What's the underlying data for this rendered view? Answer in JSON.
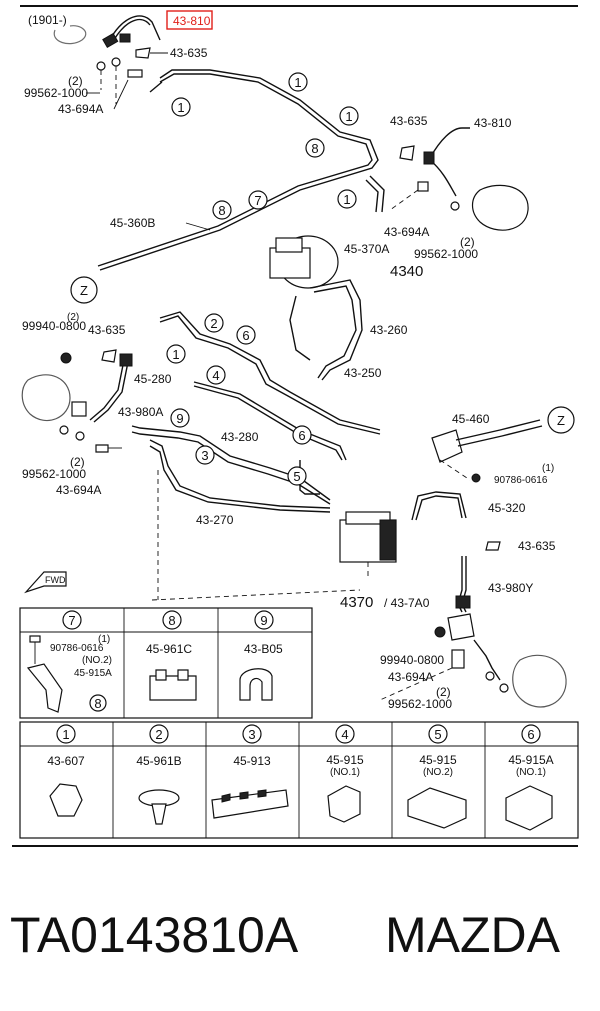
{
  "header": {
    "date_code": "(1901-)",
    "highlighted_part": "43-810"
  },
  "labels": {
    "l_43635_a": "43-635",
    "l_q2_a": "(2)",
    "l_99562_a": "99562-1000",
    "l_43694a_a": "43-694A",
    "l_43635_b": "43-635",
    "l_43810_b": "43-810",
    "l_43694a_b": "43-694A",
    "l_q2_b": "(2)",
    "l_99562_b": "99562-1000",
    "l_45360b": "45-360B",
    "l_45370a": "45-370A",
    "l_4340": "4340",
    "l_z1": "Z",
    "l_q2_c": "(2)",
    "l_99940_a": "99940-0800",
    "l_43635_c": "43-635",
    "l_43260": "43-260",
    "l_43250": "43-250",
    "l_45280": "45-280",
    "l_43980a": "43-980A",
    "l_45460": "45-460",
    "l_z2": "Z",
    "l_q2_d": "(2)",
    "l_99562_c": "99562-1000",
    "l_43694a_c": "43-694A",
    "l_43280": "43-280",
    "l_q1_a": "(1)",
    "l_90786_a": "90786-0616",
    "l_45320": "45-320",
    "l_43270": "43-270",
    "l_43635_d": "43-635",
    "l_fwd": "FWD",
    "l_43980y": "43-980Y",
    "l_4370": "4370",
    "l_437a0": "/ 43-7A0",
    "l_99940_b": "99940-0800",
    "l_43694a_d": "43-694A",
    "l_q2_e": "(2)",
    "l_99562_d": "99562-1000"
  },
  "callouts": [
    "1",
    "1",
    "1",
    "8",
    "1",
    "7",
    "8",
    "2",
    "6",
    "1",
    "4",
    "9",
    "3",
    "6",
    "5"
  ],
  "table_top": {
    "col7": {
      "num": "7",
      "q1": "(1)",
      "bolt": "90786-0616",
      "noq": "(NO.2)",
      "part": "45-915A",
      "ref": "8"
    },
    "col8": {
      "num": "8",
      "part": "45-961C"
    },
    "col9": {
      "num": "9",
      "part": "43-B05"
    }
  },
  "table_bottom": [
    {
      "num": "1",
      "part": "43-607",
      "sub": ""
    },
    {
      "num": "2",
      "part": "45-961B",
      "sub": ""
    },
    {
      "num": "3",
      "part": "45-913",
      "sub": ""
    },
    {
      "num": "4",
      "part": "45-915",
      "sub": "(NO.1)"
    },
    {
      "num": "5",
      "part": "45-915",
      "sub": "(NO.2)"
    },
    {
      "num": "6",
      "part": "45-915A",
      "sub": "(NO.1)"
    }
  ],
  "footer": {
    "code": "TA0143810A",
    "brand": "MAZDA"
  },
  "colors": {
    "highlight": "#e0201a",
    "ink": "#111111"
  }
}
